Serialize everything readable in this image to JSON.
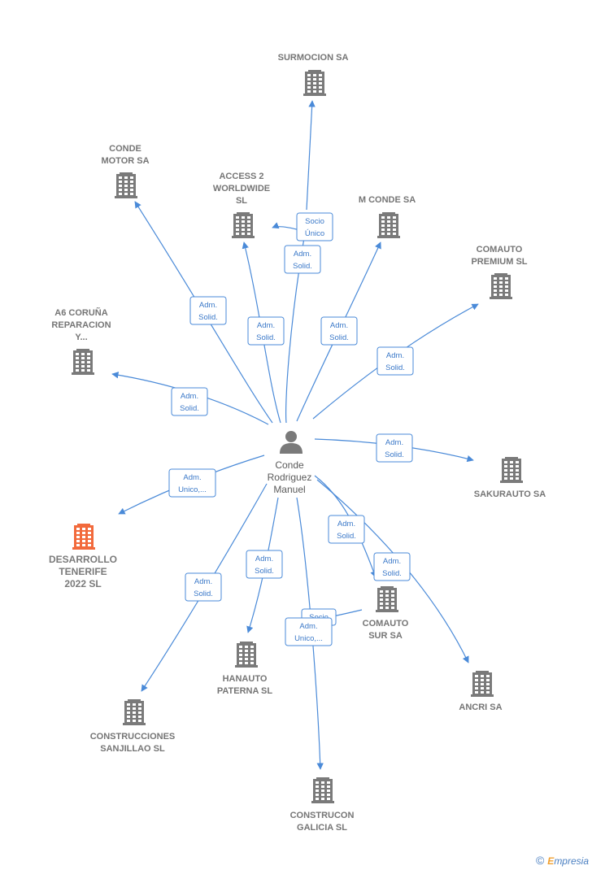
{
  "center": {
    "label_lines": [
      "Conde",
      "Rodriguez",
      "Manuel"
    ]
  },
  "companies": [
    {
      "id": "surmocion",
      "lines": [
        "SURMOCION SA"
      ],
      "highlight": false
    },
    {
      "id": "conde-motor",
      "lines": [
        "CONDE",
        "MOTOR SA"
      ],
      "highlight": false
    },
    {
      "id": "access2",
      "lines": [
        "ACCESS 2",
        "WORLDWIDE",
        "SL"
      ],
      "highlight": false
    },
    {
      "id": "mconde",
      "lines": [
        "M CONDE SA"
      ],
      "highlight": false
    },
    {
      "id": "comauto-premium",
      "lines": [
        "COMAUTO",
        "PREMIUM SL"
      ],
      "highlight": false
    },
    {
      "id": "a6coruna",
      "lines": [
        "A6 CORUÑA",
        "REPARACION",
        "Y..."
      ],
      "highlight": false
    },
    {
      "id": "sakurauto",
      "lines": [
        "SAKURAUTO SA"
      ],
      "highlight": false
    },
    {
      "id": "desarrollo",
      "lines": [
        "DESARROLLO",
        "TENERIFE",
        "2022  SL"
      ],
      "highlight": true
    },
    {
      "id": "comauto-sur",
      "lines": [
        "COMAUTO",
        "SUR SA"
      ],
      "highlight": false
    },
    {
      "id": "ancri",
      "lines": [
        "ANCRI SA"
      ],
      "highlight": false
    },
    {
      "id": "hanauto",
      "lines": [
        "HANAUTO",
        "PATERNA  SL"
      ],
      "highlight": false
    },
    {
      "id": "construcciones",
      "lines": [
        "CONSTRUCCIONES",
        "SANJILLAO SL"
      ],
      "highlight": false
    },
    {
      "id": "construcon",
      "lines": [
        "CONSTRUCON",
        "GALICIA SL"
      ],
      "highlight": false
    }
  ],
  "relations": [
    {
      "id": "r-surmocion",
      "lines": [
        "Socio",
        "Único"
      ]
    },
    {
      "id": "r-access-a",
      "lines": [
        "Adm.",
        "Solid."
      ]
    },
    {
      "id": "r-condemotor",
      "lines": [
        "Adm.",
        "Solid."
      ]
    },
    {
      "id": "r-access-b",
      "lines": [
        "Adm.",
        "Solid."
      ]
    },
    {
      "id": "r-mconde",
      "lines": [
        "Adm.",
        "Solid."
      ]
    },
    {
      "id": "r-comauto-premium",
      "lines": [
        "Adm.",
        "Solid."
      ]
    },
    {
      "id": "r-a6",
      "lines": [
        "Adm.",
        "Solid."
      ]
    },
    {
      "id": "r-sakurauto",
      "lines": [
        "Adm.",
        "Solid."
      ]
    },
    {
      "id": "r-desarrollo",
      "lines": [
        "Adm.",
        "Unico,..."
      ]
    },
    {
      "id": "r-comauto-sur",
      "lines": [
        "Adm.",
        "Solid."
      ]
    },
    {
      "id": "r-ancri",
      "lines": [
        "Adm.",
        "Solid."
      ]
    },
    {
      "id": "r-hanauto",
      "lines": [
        "Adm.",
        "Solid."
      ]
    },
    {
      "id": "r-construcciones",
      "lines": [
        "Adm.",
        "Solid."
      ]
    },
    {
      "id": "r-socio-back",
      "lines": [
        "Socio",
        ""
      ]
    },
    {
      "id": "r-construcon",
      "lines": [
        "Adm.",
        "Unico,..."
      ]
    }
  ],
  "colors": {
    "building": "#7a7a7a",
    "building_highlight": "#f26a3c",
    "edge": "#4a8ad8",
    "person": "#7a7a7a"
  },
  "footer": {
    "copyright": "©",
    "brand_initial": "E",
    "brand_rest": "mpresia"
  }
}
